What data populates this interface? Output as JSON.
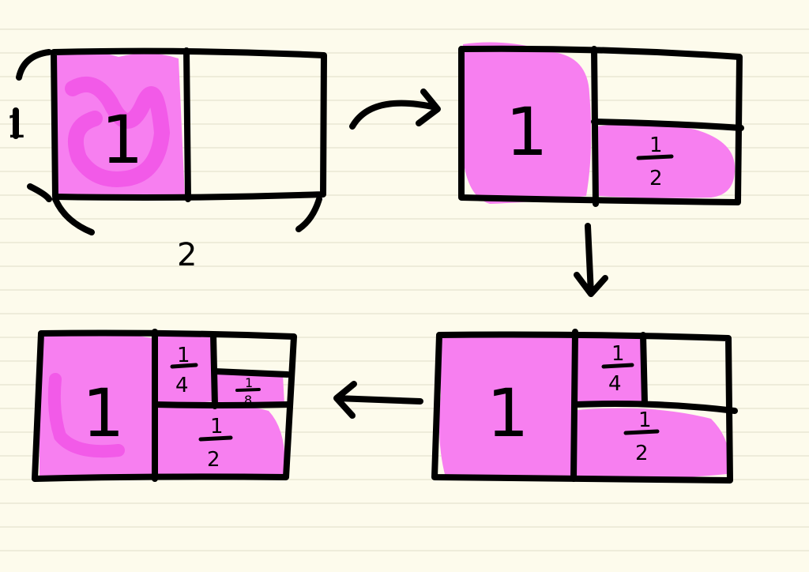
{
  "colors": {
    "paper": "#fdfbec",
    "rule_line": "#e6e2cf",
    "highlight": "#f77ff0",
    "highlight_dark": "#f25ae8",
    "ink": "#000000"
  },
  "diagram": {
    "dimension_labels": {
      "width": "2",
      "height": "1"
    },
    "step1": {
      "unit": "1"
    },
    "step2": {
      "unit": "1",
      "half": {
        "num": "1",
        "den": "2"
      }
    },
    "step3": {
      "unit": "1",
      "half": {
        "num": "1",
        "den": "2"
      },
      "quarter": {
        "num": "1",
        "den": "4"
      }
    },
    "step4": {
      "unit": "1",
      "half": {
        "num": "1",
        "den": "2"
      },
      "quarter": {
        "num": "1",
        "den": "4"
      },
      "eighth": {
        "num": "1",
        "den": "8"
      }
    }
  }
}
